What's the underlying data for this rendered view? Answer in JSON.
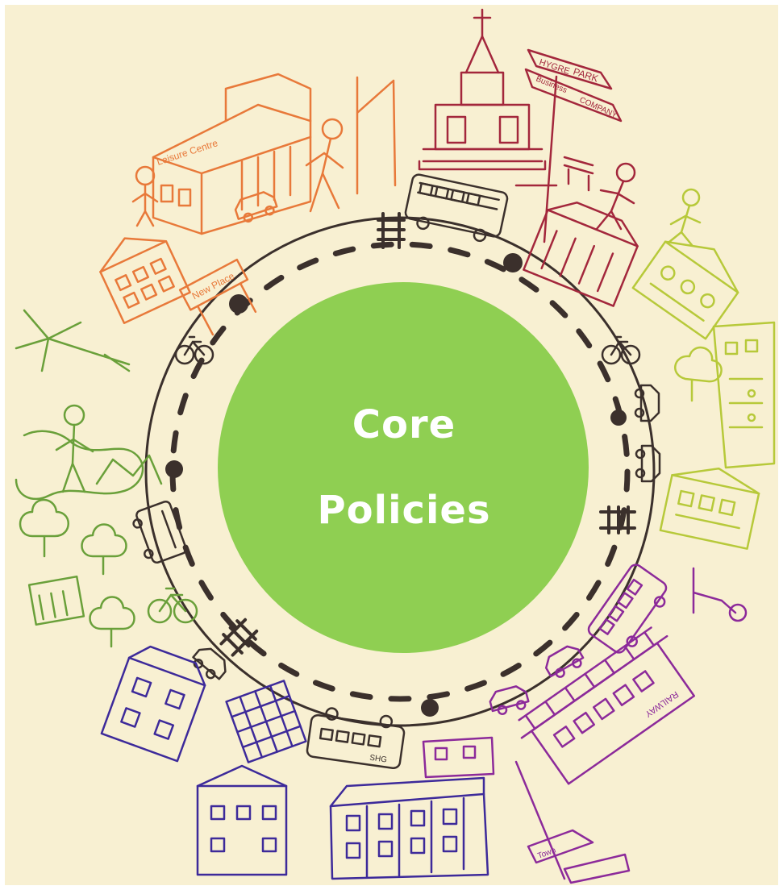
{
  "diagram": {
    "center_title_line1": "Core",
    "center_title_line2": "Policies"
  },
  "labels": {
    "leisure_centre": "Leisure Centre",
    "new_place": "New Place",
    "sign_park": "PARK",
    "sign_hygre": "HYGRE",
    "sign_business": "Business",
    "sign_company": "COMPANY",
    "bus_side": "SHG",
    "railway": "RAILWAY",
    "sign_town": "Town"
  },
  "colors": {
    "background": "#f8f0d2",
    "center_circle": "#8fcf52",
    "ring_road": "#3b302c",
    "orange": "#e8793a",
    "crimson": "#a3273c",
    "lime": "#b7c93a",
    "magenta": "#8c2a9a",
    "indigo": "#3d2a9a",
    "green": "#6aa03a"
  },
  "icons": [
    "bicycle-icon",
    "bus-icon",
    "car-icon",
    "stick-figure-icon",
    "windmill-icon",
    "building-icon",
    "signpost-icon",
    "railway-crossing-icon"
  ]
}
